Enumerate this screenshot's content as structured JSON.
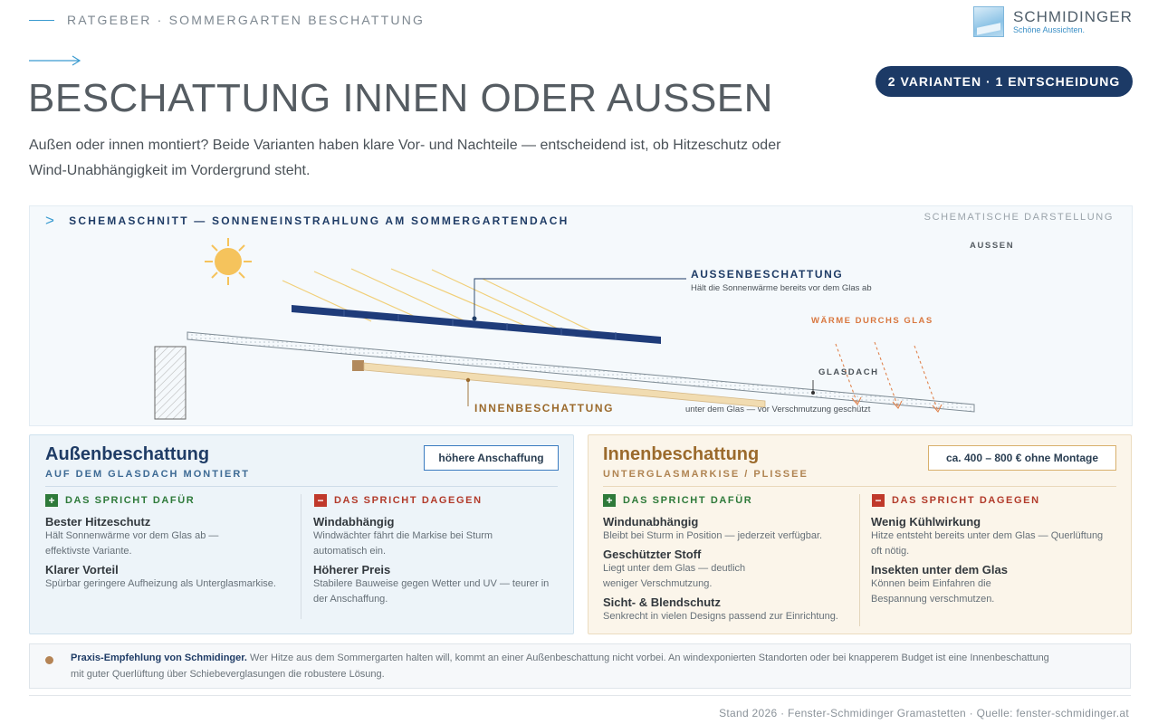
{
  "header": {
    "kicker": "RATGEBER · SOMMERGARTEN BESCHATTUNG",
    "title": "BESCHATTUNG INNEN ODER AUSSEN",
    "badge": "2 VARIANTEN · 1 ENTSCHEIDUNG",
    "intro_line1": "Außen oder innen montiert? Beide Varianten haben klare Vor- und Nachteile — entscheidend ist, ob Hitzeschutz oder",
    "intro_line2": "Wind-Unabhängigkeit im Vordergrund steht."
  },
  "logo": {
    "name": "SCHMIDINGER",
    "tagline": "Schöne Aussichten."
  },
  "diagram": {
    "title": "SCHEMASCHNITT — SONNENEINSTRAHLUNG AM SOMMERGARTENDACH",
    "note": "SCHEMATISCHE DARSTELLUNG",
    "label_aussen": "AUSSEN",
    "label_aussenbeschattung": "AUSSENBESCHATTUNG",
    "desc_aussenbeschattung": "Hält die Sonnenwärme bereits vor dem Glas ab",
    "label_waerme": "WÄRME DURCHS GLAS",
    "label_glasdach": "GLASDACH",
    "label_innenbeschattung": "INNENBESCHATTUNG",
    "desc_innenbeschattung": "unter dem Glas — vor Verschmutzung geschützt"
  },
  "cards": {
    "aussen": {
      "title": "Außenbeschattung",
      "subtitle": "AUF DEM GLASDACH MONTIERT",
      "tag": "höhere Anschaffung",
      "pro_heading": "DAS SPRICHT DAFÜR",
      "con_heading": "DAS SPRICHT DAGEGEN",
      "pros": [
        {
          "title": "Bester Hitzeschutz",
          "line1": "Hält Sonnenwärme vor dem Glas ab —",
          "line2": "effektivste Variante."
        },
        {
          "title": "Klarer Vorteil",
          "line1": "Spürbar geringere Aufheizung als Unterglasmarkise.",
          "line2": ""
        }
      ],
      "cons": [
        {
          "title": "Windabhängig",
          "line1": "Windwächter fährt die Markise bei Sturm",
          "line2": "automatisch ein."
        },
        {
          "title": "Höherer Preis",
          "line1": "Stabilere Bauweise gegen Wetter und UV — teurer in",
          "line2": "der Anschaffung."
        }
      ]
    },
    "innen": {
      "title": "Innenbeschattung",
      "subtitle": "UNTERGLASMARKISE / PLISSEE",
      "tag": "ca. 400 – 800 € ohne Montage",
      "pro_heading": "DAS SPRICHT DAFÜR",
      "con_heading": "DAS SPRICHT DAGEGEN",
      "pros": [
        {
          "title": "Windunabhängig",
          "line1": "Bleibt bei Sturm in Position — jederzeit verfügbar.",
          "line2": ""
        },
        {
          "title": "Geschützter Stoff",
          "line1": "Liegt unter dem Glas — deutlich",
          "line2": "weniger Verschmutzung."
        },
        {
          "title": "Sicht- & Blendschutz",
          "line1": "Senkrecht in vielen Designs passend zur Einrichtung.",
          "line2": ""
        }
      ],
      "cons": [
        {
          "title": "Wenig Kühlwirkung",
          "line1": "Hitze entsteht bereits unter dem Glas — Querlüftung",
          "line2": "oft nötig."
        },
        {
          "title": "Insekten unter dem Glas",
          "line1": "Können beim Einfahren die",
          "line2": "Bespannung verschmutzen."
        }
      ]
    }
  },
  "recommendation": {
    "lead": "Praxis-Empfehlung von Schmidinger.",
    "line1": " Wer Hitze aus dem Sommergarten halten will, kommt an einer Außenbeschattung nicht vorbei. An windexponierten Standorten oder bei knapperem Budget ist eine Innenbeschattung",
    "line2": "mit guter Querlüftung über Schiebeverglasungen die robustere Lösung."
  },
  "footer": "Stand 2026 · Fenster-Schmidinger Gramastetten · Quelle: fenster-schmidinger.at",
  "colors": {
    "navy": "#1c3a66",
    "accent_blue": "#3a9bd0",
    "pro_green": "#2e7a3a",
    "con_red": "#c0392b",
    "innen_brown": "#9b6a2c",
    "sun": "#f5c35c"
  }
}
